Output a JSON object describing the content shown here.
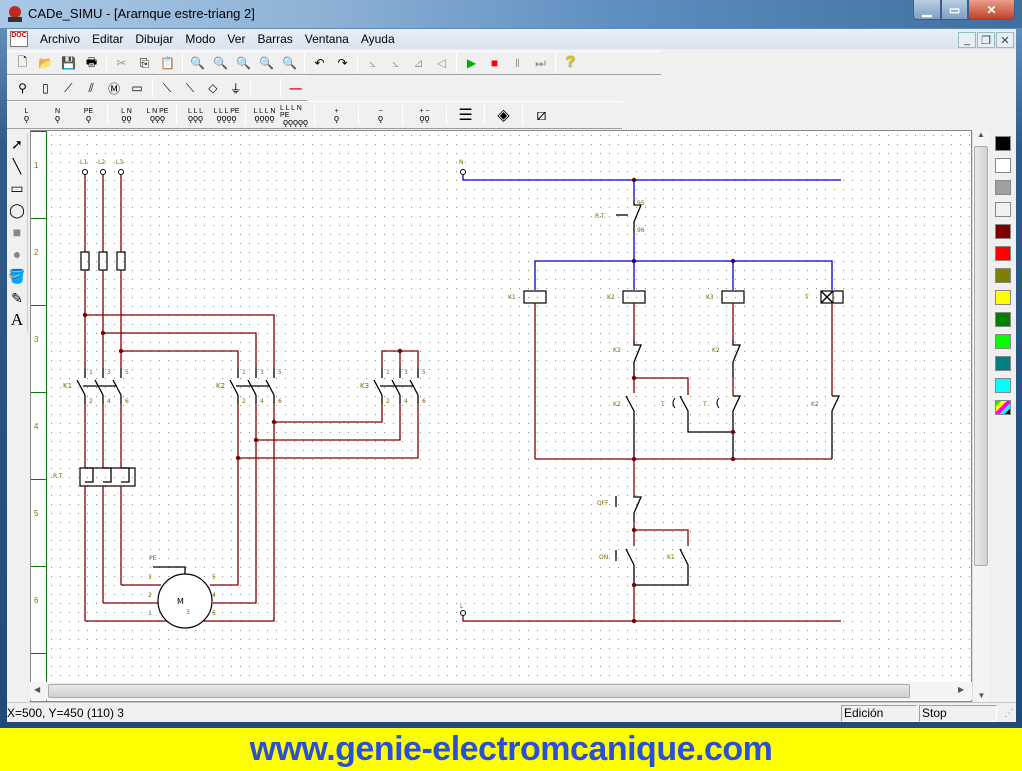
{
  "window": {
    "title": "CADe_SIMU - [Ararnque estre-triang 2]",
    "caption_buttons": [
      "minimize-icon",
      "maximize-icon",
      "close-icon"
    ]
  },
  "menu": {
    "doc_icon_label": "DOC",
    "items": [
      "Archivo",
      "Editar",
      "Dibujar",
      "Modo",
      "Ver",
      "Barras",
      "Ventana",
      "Ayuda"
    ],
    "mdi_buttons": [
      "_",
      "❐",
      "✕"
    ]
  },
  "toolbar1": {
    "groups": [
      [
        "new-file",
        "open-folder",
        "save-disk",
        "print"
      ],
      [
        "cut",
        "copy",
        "paste"
      ],
      [
        "zoom-in",
        "zoom-out",
        "zoom-window",
        "zoom-all",
        "zoom-fit"
      ],
      [
        "undo",
        "redo"
      ],
      [
        "rotate-left",
        "rotate-right",
        "mirror-horizontal",
        "mirror-vertical"
      ],
      [
        "play",
        "stop",
        "pause",
        "step"
      ],
      [
        "help"
      ]
    ],
    "glyphs": {
      "new-file": "🗋",
      "open-folder": "📂",
      "save-disk": "💾",
      "print": "🖶",
      "cut": "✂",
      "copy": "⎘",
      "paste": "📋",
      "zoom-in": "🔍",
      "zoom-out": "🔍",
      "zoom-window": "🔍",
      "zoom-all": "🔍",
      "zoom-fit": "🔍",
      "undo": "↶",
      "redo": "↷",
      "rotate-left": "⦣",
      "rotate-right": "⦣",
      "mirror-horizontal": "⊿",
      "mirror-vertical": "◁",
      "play": "▶",
      "stop": "■",
      "pause": "‖",
      "step": "⏭",
      "help": "?"
    },
    "colors": {
      "play": "#00b000",
      "stop": "#ff0000",
      "help": "#e6c800",
      "disabled": "#9a9a9a"
    }
  },
  "toolbar2": {
    "items": [
      "terminal",
      "fuse",
      "switch",
      "three-pole-switch",
      "motor",
      "coil",
      "contact-no",
      "contact-timer",
      "contact-diamond",
      "pushbutton",
      "blank",
      "wire-red"
    ],
    "glyphs": [
      "⚲",
      "▯",
      "⟋",
      "⫽",
      "Ⓜ",
      "▭",
      "⟍",
      "⟍",
      "◇",
      "⏚",
      "",
      "—"
    ]
  },
  "toolbar3": {
    "items": [
      {
        "label": "L",
        "pins": "o"
      },
      {
        "label": "N",
        "pins": "o"
      },
      {
        "label": "PE",
        "pins": "o"
      },
      {
        "label": "L N",
        "pins": "oo"
      },
      {
        "label": "L N PE",
        "pins": "ooo"
      },
      {
        "label": "L L L",
        "pins": "ooo"
      },
      {
        "label": "L L L PE",
        "pins": "oooo"
      },
      {
        "label": "L L L N",
        "pins": "oooo"
      },
      {
        "label": "L L L N PE",
        "pins": "ooooo"
      },
      {
        "label": "+",
        "pins": "o"
      },
      {
        "label": "−",
        "pins": "o"
      },
      {
        "label": "+ −",
        "pins": "oo"
      },
      {
        "label": "☰",
        "pins": ""
      },
      {
        "label": "◈",
        "pins": ""
      },
      {
        "label": "⧄",
        "pins": ""
      }
    ]
  },
  "left_tools": [
    "select-arrow",
    "line",
    "rectangle",
    "ellipse",
    "filled-rectangle",
    "filled-ellipse",
    "fill-bucket",
    "eyedropper",
    "text"
  ],
  "left_tool_glyphs": [
    "➚",
    "╲",
    "▭",
    "◯",
    "■",
    "●",
    "🪣",
    "✎",
    "A"
  ],
  "ruler": {
    "marks": [
      "1",
      "2",
      "3",
      "4",
      "5",
      "6"
    ]
  },
  "color_palette": [
    "#000000",
    "#ffffff",
    "#a0a0a0",
    "#f0f0f0",
    "#800000",
    "#ff0000",
    "#808000",
    "#ffff00",
    "#008000",
    "#00ff00",
    "#008080",
    "#00ffff",
    "multicolor"
  ],
  "schematic": {
    "power": {
      "phase_labels": [
        "L1",
        "L2",
        "L3"
      ],
      "contactor_labels": [
        "K1",
        "K2",
        "K3"
      ],
      "pole_top": [
        "1",
        "3",
        "5"
      ],
      "pole_bottom": [
        "2",
        "4",
        "6"
      ],
      "relay_label": "R.T.",
      "motor": {
        "symbol": "M",
        "phases": "3",
        "terminals": [
          "1",
          "2",
          "3",
          "4",
          "5",
          "6"
        ],
        "pe": "PE"
      }
    },
    "control": {
      "neutral_label": "N",
      "line_label": "L",
      "relay_label": "R.T.",
      "relay_pins": [
        "95",
        "96"
      ],
      "coils": [
        "K1",
        "K2",
        "K3",
        "T"
      ],
      "interlocks": [
        "K3",
        "K2"
      ],
      "mid_contacts": [
        "K2",
        "T",
        "T",
        "K2"
      ],
      "off_label": "OFF",
      "on_label": "ON",
      "hold_label": "K1"
    },
    "wire_colors": {
      "power": "#800000",
      "neutral": "#0000c8",
      "symbol": "#000000",
      "label": "#7a6a00"
    }
  },
  "status": {
    "coords": "X=500, Y=450 (110) 3",
    "mode": "Edición",
    "sim": "Stop"
  },
  "footer": {
    "url": "www.genie-electromcanique.com"
  }
}
